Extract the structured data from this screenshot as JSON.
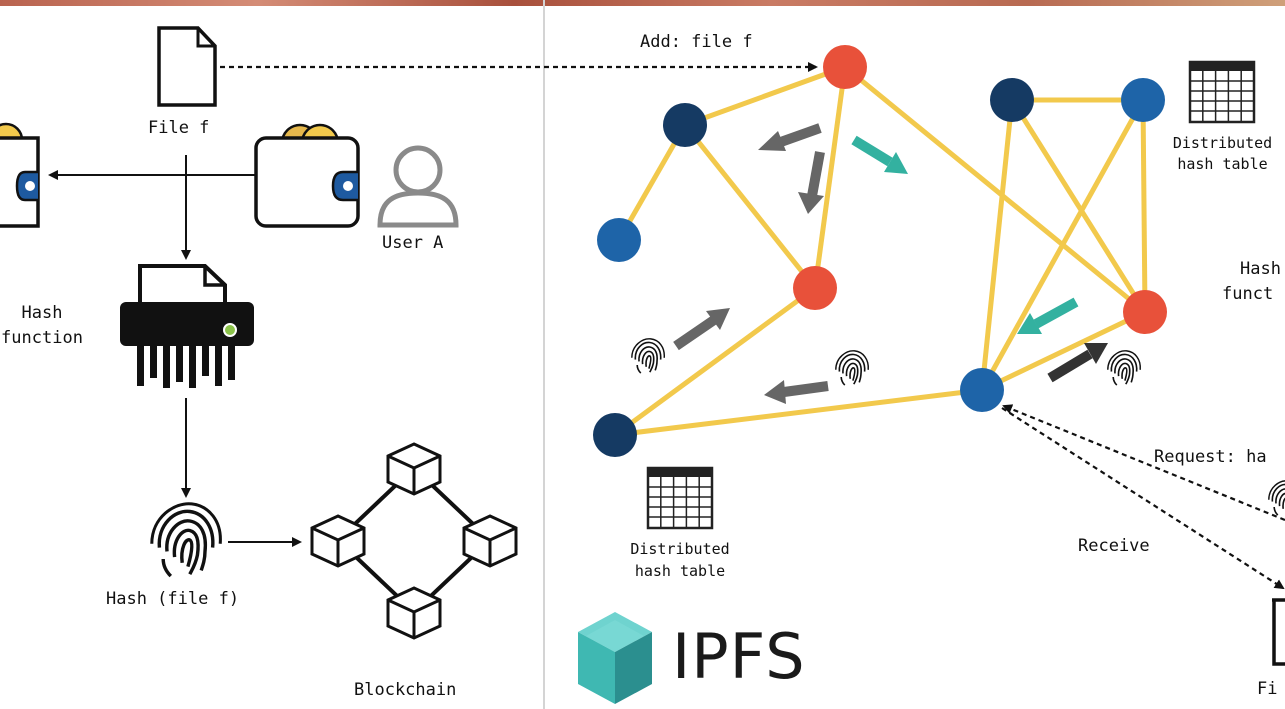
{
  "left_panel": {
    "file_label": "File f",
    "user_label": "User A",
    "hash_function_label": [
      "Hash",
      "function"
    ],
    "hash_file_label": "Hash (file f)",
    "blockchain_label": "Blockchain"
  },
  "right_panel": {
    "add_label": "Add: file f",
    "dht_top_label": [
      "Distributed",
      "hash table"
    ],
    "dht_bottom_label": [
      "Distributed",
      "hash table"
    ],
    "hash_function_partial": [
      "Hash",
      "funct"
    ],
    "request_label": "Request: ha",
    "receive_label": "Receive",
    "file_partial": "Fi",
    "logo_text": "IPFS"
  },
  "colors": {
    "node_red": "#e8513a",
    "node_dark": "#153a63",
    "node_blue": "#1e64a8",
    "edge_yellow": "#f2c94c",
    "arrow_gray": "#666666",
    "arrow_teal": "#33b1a0",
    "arrow_dark": "#333333",
    "logo_teal": "#3fb8b2"
  },
  "icons": [
    "document-icon",
    "wallet-icon",
    "user-icon",
    "shredder-icon",
    "fingerprint-icon",
    "blockchain-icon",
    "table-icon",
    "ipfs-cube-icon"
  ]
}
